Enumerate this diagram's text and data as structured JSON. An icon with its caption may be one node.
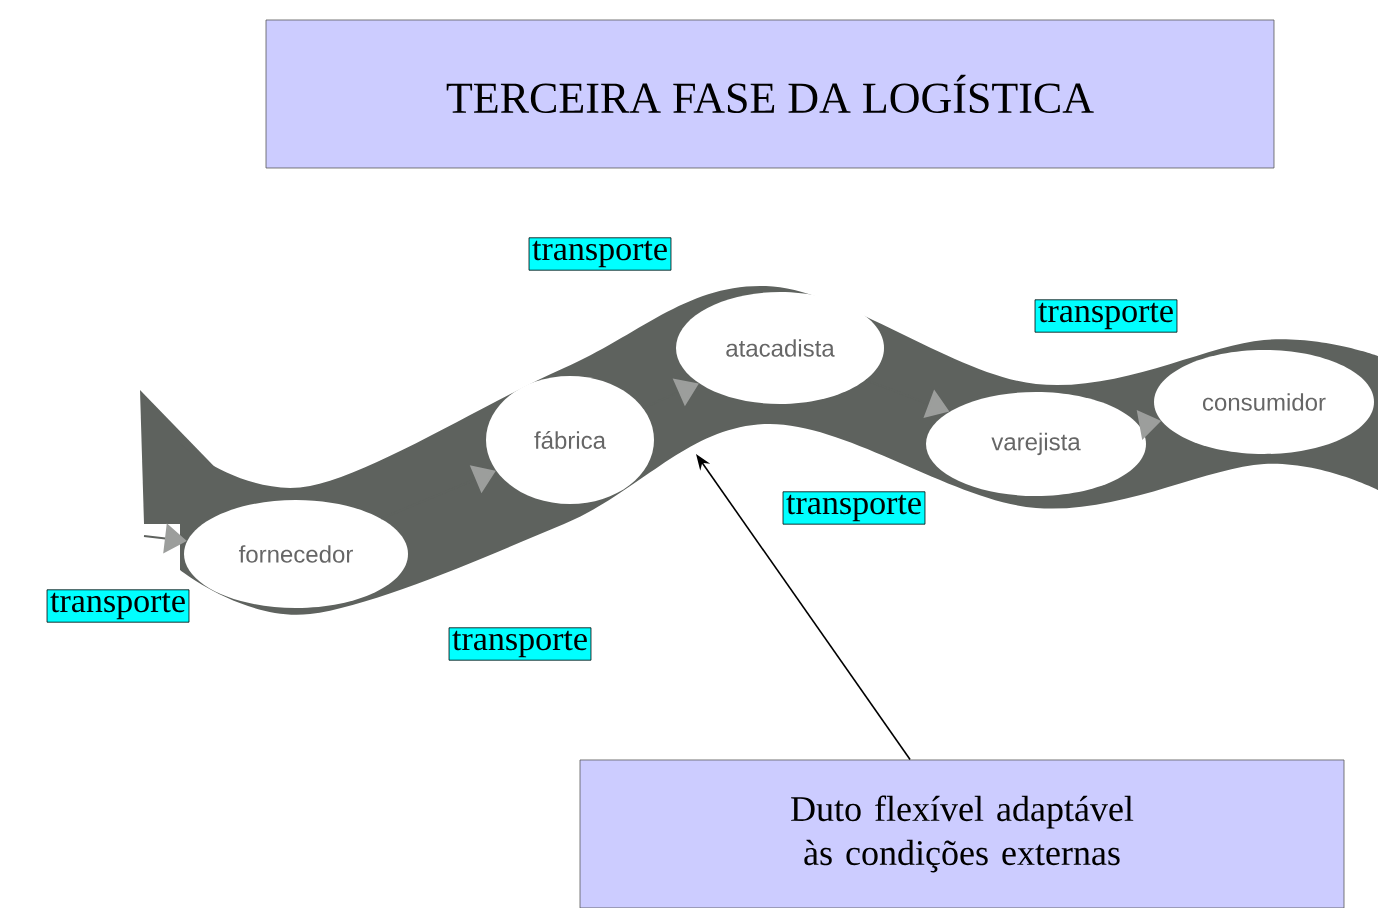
{
  "diagram": {
    "title": "TERCEIRA FASE DA LOGÍSTICA",
    "nodes": [
      {
        "text": [
          "fornecedor"
        ]
      },
      {
        "text": [
          "fábrica"
        ]
      },
      {
        "text": [
          "atacadista"
        ]
      },
      {
        "text": [
          "varejista"
        ]
      },
      {
        "text": [
          "consumidor"
        ]
      },
      {
        "text": [
          "transporte"
        ]
      },
      {
        "text": [
          "transporte"
        ]
      },
      {
        "text": [
          "transporte"
        ]
      },
      {
        "text": [
          "transporte"
        ]
      },
      {
        "text": [
          "transporte"
        ]
      },
      {
        "text": [
          "Duto flexível adaptável às condições externas"
        ]
      }
    ],
    "edges": [
      {
        "from": null,
        "to": 0,
        "arrow": "to"
      },
      {
        "from": 0,
        "to": 1,
        "arrow": "to"
      },
      {
        "from": 1,
        "to": 2,
        "arrow": "to"
      },
      {
        "from": 2,
        "to": 3,
        "arrow": "to"
      },
      {
        "from": 3,
        "to": 4,
        "arrow": "to"
      },
      {
        "from": 10,
        "to": null,
        "arrow": "to",
        "color": "#000000"
      }
    ]
  }
}
